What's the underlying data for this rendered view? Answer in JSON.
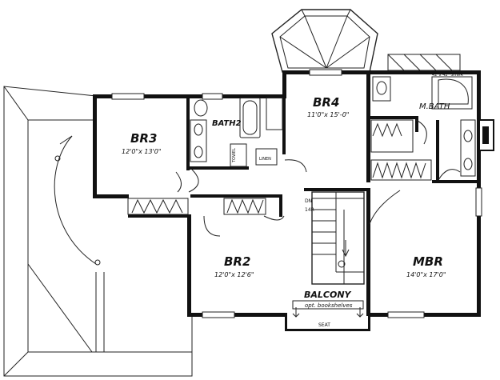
{
  "rooms": {
    "br3": {
      "name": "BR3",
      "dims": "12'0\"x 13'0\""
    },
    "bath2": {
      "name": "BATH2"
    },
    "br4": {
      "name": "BR4",
      "dims": "11'0\"x 15'-0\""
    },
    "m_bath": {
      "name": "M.BATH"
    },
    "br2": {
      "name": "BR2",
      "dims": "12'0\"x 12'6\""
    },
    "mbr": {
      "name": "MBR",
      "dims": "14'0\"x 17'0\""
    },
    "balcony": {
      "name": "BALCONY",
      "note": "opt. bookshelves"
    }
  },
  "labels": {
    "seat": "SEAT",
    "linen": "LINEN",
    "dn": "DN",
    "up": "14R",
    "shower": "42\"x 42\" SHWR",
    "towel": "TOWEL"
  }
}
